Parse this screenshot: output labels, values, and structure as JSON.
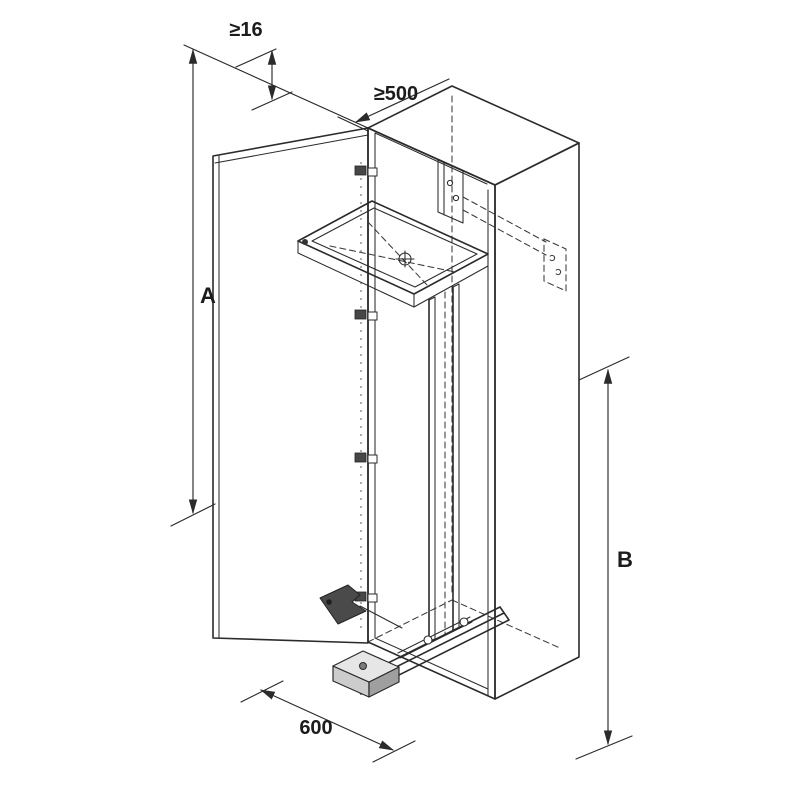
{
  "diagram": {
    "title": "cabinet-pullout-frame-installation-drawing",
    "labels": {
      "top_clearance": "≥16",
      "depth": "≥500",
      "height_a": "A",
      "height_b": "B",
      "width": "600"
    }
  },
  "colors": {
    "background": "#ffffff",
    "line": "#2b2b2b",
    "text": "#1c1c1c",
    "shade_light": "#e6e6e6",
    "shade_mid": "#cccccc",
    "shade_dark": "#4a4a4a"
  }
}
